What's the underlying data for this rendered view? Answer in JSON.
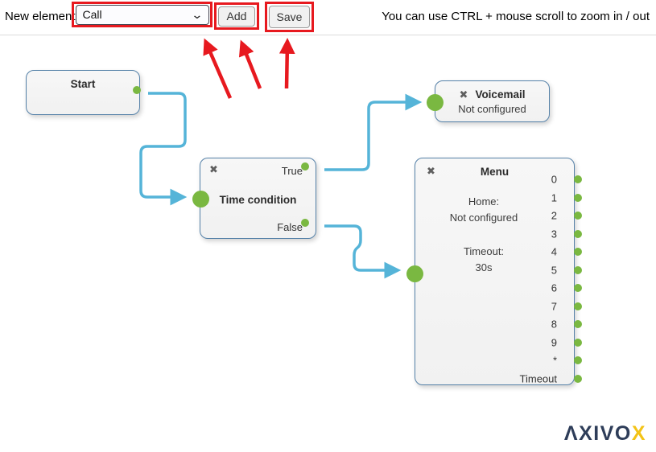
{
  "toolbar": {
    "new_element_label": "New element",
    "select": {
      "value": "Call",
      "chevron_icon": "⌄"
    },
    "add_button": "Add",
    "save_button": "Save",
    "hint": "You can use CTRL + mouse scroll to zoom in / out"
  },
  "nodes": {
    "start": {
      "title": "Start"
    },
    "time_condition": {
      "close_icon": "✖",
      "title": "Time condition",
      "output_true": "True",
      "output_false": "False"
    },
    "voicemail": {
      "close_icon": "✖",
      "title": "Voicemail",
      "status": "Not configured"
    },
    "menu": {
      "close_icon": "✖",
      "title": "Menu",
      "home_label": "Home:",
      "home_value": "Not configured",
      "timeout_label": "Timeout:",
      "timeout_value": "30s",
      "outputs": [
        "0",
        "1",
        "2",
        "3",
        "4",
        "5",
        "6",
        "7",
        "8",
        "9",
        "*",
        "Timeout"
      ]
    }
  },
  "logo": {
    "main": "ΛXIVO",
    "accent": "X"
  },
  "colors": {
    "wire_blue": "#55b4d8",
    "port_green": "#7ab841",
    "highlight_red": "#e7191f",
    "node_border": "#5581a8"
  }
}
